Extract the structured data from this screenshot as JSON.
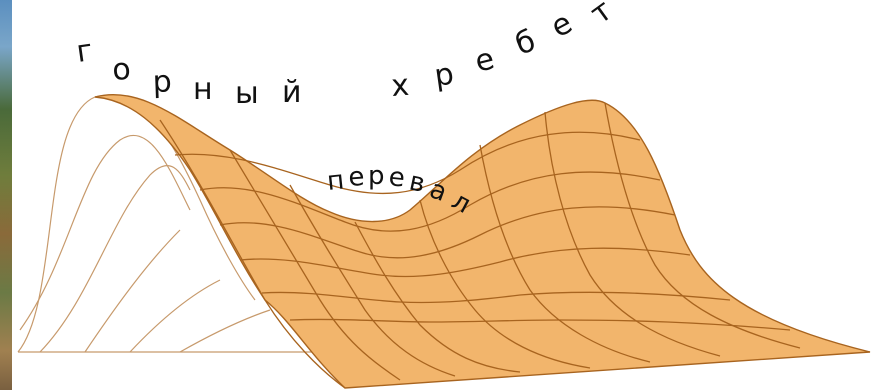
{
  "diagram": {
    "labels": {
      "ridge": [
        "г",
        "о",
        "р",
        "н",
        "ы",
        "й",
        " ",
        "х",
        "р",
        "е",
        "б",
        "е",
        "т"
      ],
      "pass": [
        "п",
        "е",
        "р",
        "е",
        "в",
        "а",
        "л"
      ]
    },
    "colors": {
      "surface_fill": "#f2b56c",
      "mesh_line": "#a8641f",
      "outline": "#b07a45",
      "background": "#ffffff"
    }
  }
}
